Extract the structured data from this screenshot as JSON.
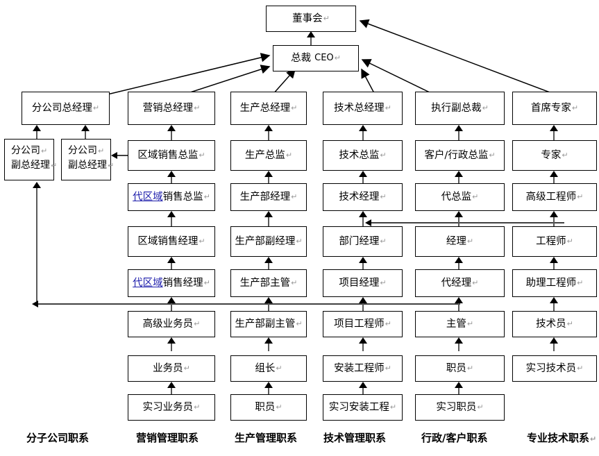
{
  "meta": {
    "return_glyph": "↵",
    "colors": {
      "box_border": "#000000",
      "link": "#1a1aaa",
      "connector": "#595959",
      "arrow": "#000000",
      "background": "#ffffff"
    }
  },
  "top": {
    "board": "董事会",
    "ceo_cn": "总裁",
    "ceo_en": "CEO"
  },
  "columns": [
    {
      "id": "branch",
      "header": "分子公司职系",
      "boxes": [
        {
          "text": "分公司总经理"
        },
        {
          "text_lines": [
            "分公司",
            "副总经理"
          ]
        },
        {
          "text_lines": [
            "分公司",
            "副总经理"
          ]
        }
      ]
    },
    {
      "id": "marketing",
      "header": "营销管理职系",
      "boxes": [
        {
          "text": "营销总经理"
        },
        {
          "text": "区域销售总监"
        },
        {
          "text": "代区域销售总监",
          "link_prefix": "代区域",
          "rest": "销售总监"
        },
        {
          "text": "区域销售经理"
        },
        {
          "text": "代区域销售经理",
          "link_prefix": "代区域",
          "rest": "销售经理"
        },
        {
          "text": "高级业务员"
        },
        {
          "text": "业务员"
        },
        {
          "text": "实习业务员"
        }
      ]
    },
    {
      "id": "production",
      "header": "生产管理职系",
      "boxes": [
        {
          "text": "生产总经理"
        },
        {
          "text": "生产总监"
        },
        {
          "text": "生产部经理"
        },
        {
          "text": "生产部副经理"
        },
        {
          "text": "生产部主管"
        },
        {
          "text": "生产部副主管"
        },
        {
          "text": "组长"
        },
        {
          "text": "职员"
        }
      ]
    },
    {
      "id": "technology",
      "header": "技术管理职系",
      "boxes": [
        {
          "text": "技术总经理"
        },
        {
          "text": "技术总监"
        },
        {
          "text": "技术经理"
        },
        {
          "text": "部门经理"
        },
        {
          "text": "项目经理"
        },
        {
          "text": "项目工程师"
        },
        {
          "text": "安装工程师"
        },
        {
          "text": "实习安装工程"
        }
      ]
    },
    {
      "id": "admin",
      "header": "行政/客户职系",
      "boxes": [
        {
          "text": "执行副总裁"
        },
        {
          "text": "客户/行政总监"
        },
        {
          "text": "代总监"
        },
        {
          "text": "经理"
        },
        {
          "text": "代经理"
        },
        {
          "text": "主管"
        },
        {
          "text": "职员"
        },
        {
          "text": "实习职员"
        }
      ]
    },
    {
      "id": "specialist",
      "header": "专业技术职系",
      "header_has_return": true,
      "boxes": [
        {
          "text": "首席专家"
        },
        {
          "text": "专家"
        },
        {
          "text": "高级工程师"
        },
        {
          "text": "工程师"
        },
        {
          "text": "助理工程师"
        },
        {
          "text": "技术员"
        },
        {
          "text": "实习技术员"
        }
      ]
    }
  ]
}
